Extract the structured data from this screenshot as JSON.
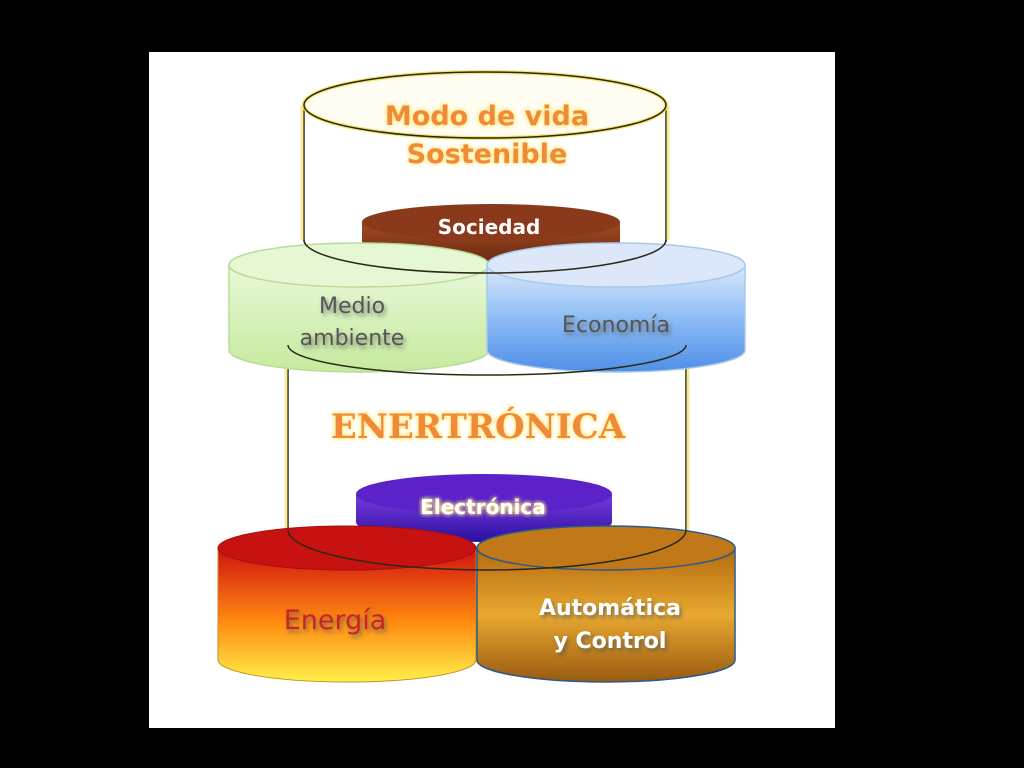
{
  "diagram": {
    "top_title_line1": "Modo de vida",
    "top_title_line2": "Sostenible",
    "society": "Sociedad",
    "environment_line1": "Medio",
    "environment_line2": "ambiente",
    "economy": "Economía",
    "middle_title": "ENERTRÓNICA",
    "electronics": "Electrónica",
    "energy": "Energía",
    "automation_line1": "Automática",
    "automation_line2": "y Control"
  },
  "colors": {
    "background": "#000000",
    "panel": "#ffffff",
    "title_text": "#f08a3a",
    "title_glow": "#ffe97a",
    "society_fill": "#8a3a1a",
    "environment_fill": "#d6f2b8",
    "economy_fill": "#7fb4f2",
    "electronics_fill": "#4a1fb0",
    "energy_top": "#d81818",
    "energy_bottom": "#ffe23a",
    "automation_fill": "#c98a18",
    "outline_yellow": "#f4e26a"
  }
}
